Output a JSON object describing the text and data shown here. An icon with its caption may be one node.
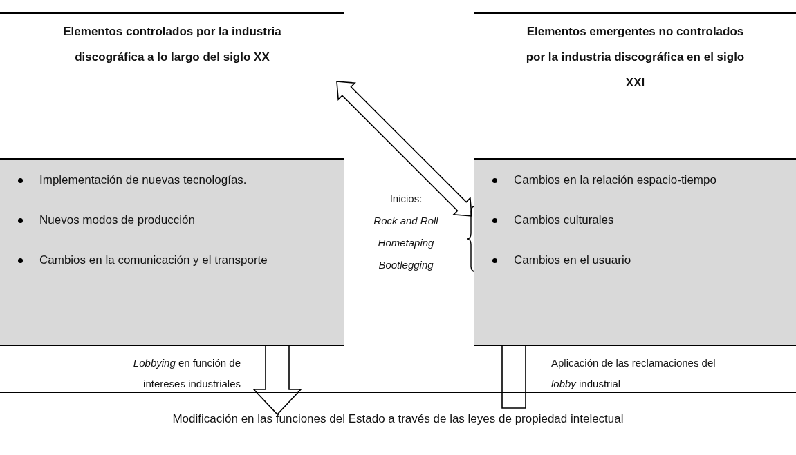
{
  "diagram": {
    "nodes": [
      {
        "text": [
          "Elementos controlados por la industria discográfica a lo largo del siglo XX"
        ]
      },
      {
        "text": [
          "Implementación de nuevas tecnologías.",
          "Nuevos modos de producción",
          "Cambios en la comunicación y el transporte"
        ]
      },
      {
        "text": [
          "Elementos emergentes no controlados por la industria discográfica en el siglo XXI"
        ]
      },
      {
        "text": [
          "Cambios en la relación espacio-tiempo",
          "Cambios culturales",
          "Cambios en el usuario"
        ]
      },
      {
        "text": [
          "Modificación en las funciones del Estado a través de las leyes de propiedad intelectual"
        ]
      }
    ],
    "edges": [
      {
        "from": 0,
        "to": 3,
        "arrow": "both"
      },
      {
        "from": 1,
        "to": 4,
        "arrow": "to",
        "label": "*Lobbying* en función de intereses industriales"
      },
      {
        "from": 4,
        "to": 3,
        "arrow": "to",
        "label": "Aplicación de las reclamaciones del *lobby* industrial"
      }
    ],
    "labels": [
      "Inicios: *Rock and Roll Hometaping Bootlegging*"
    ]
  }
}
